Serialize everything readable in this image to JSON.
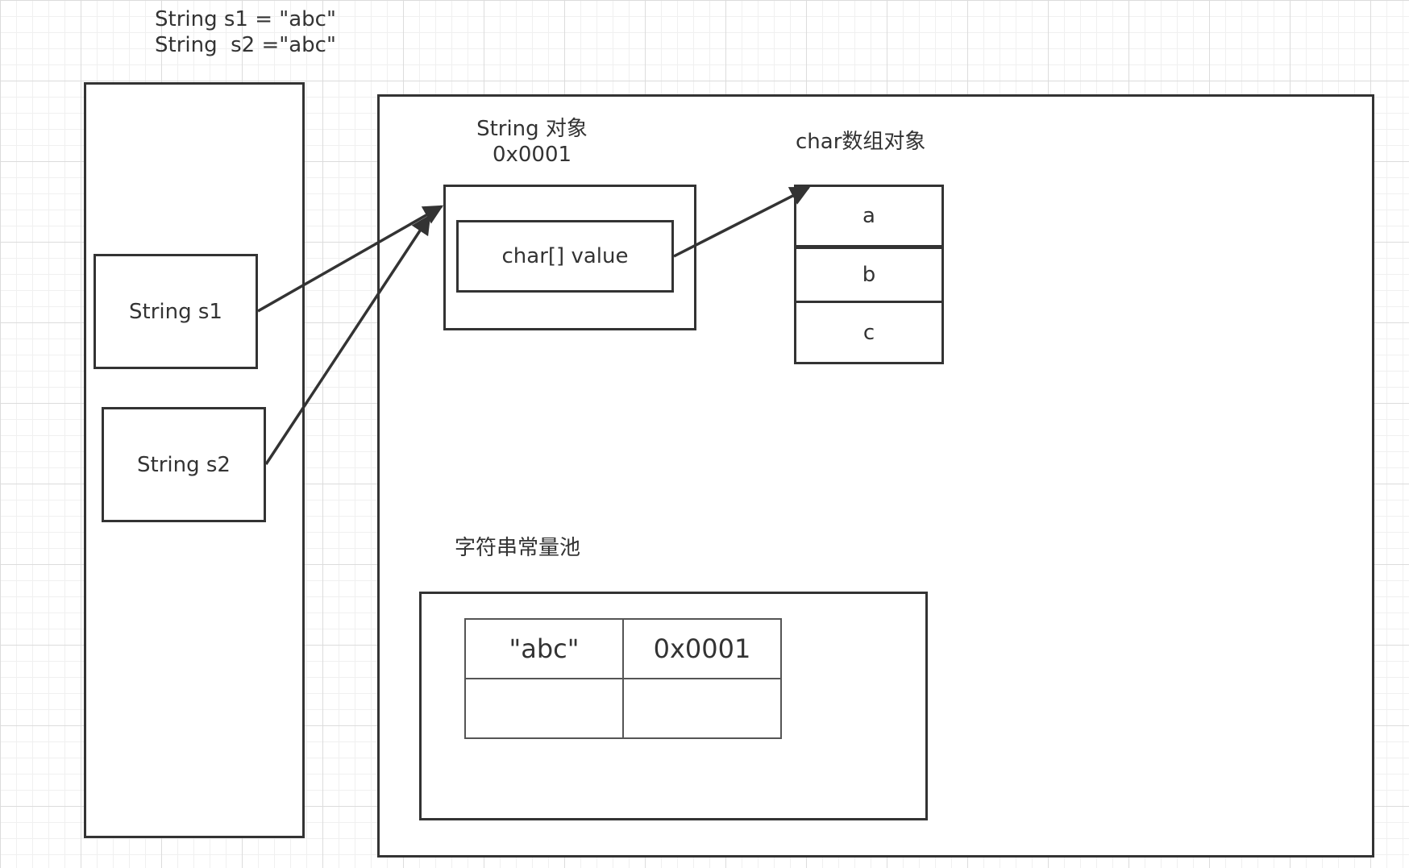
{
  "code": {
    "line1": "String s1 = \"abc\"",
    "line2": "String  s2 =\"abc\""
  },
  "stack": {
    "s1_label": "String s1",
    "s2_label": "String s2"
  },
  "heap": {
    "string_object_title": "String 对象",
    "string_object_address": "0x0001",
    "value_field": "char[]  value",
    "char_array_title": "char数组对象",
    "char_cells": [
      "a",
      "b",
      "c"
    ]
  },
  "pool": {
    "title": "字符串常量池",
    "rows": [
      [
        "\"abc\"",
        "0x0001"
      ],
      [
        "",
        ""
      ]
    ]
  },
  "colors": {
    "stroke": "#333333",
    "grid": "#dcdcdc"
  }
}
